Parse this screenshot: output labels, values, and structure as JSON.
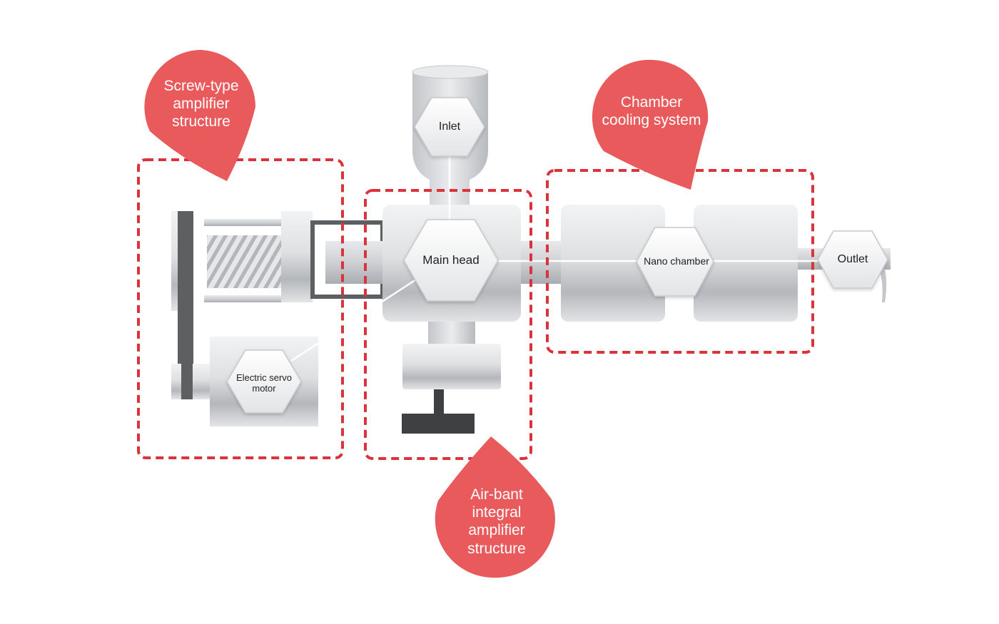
{
  "diagram": {
    "callouts": {
      "screw": "Screw-type\namplifier\nstructure",
      "chamber_cooling": "Chamber\ncooling system",
      "air_bant": "Air-bant\nintegral\namplifier\nstructure"
    },
    "nodes": {
      "inlet": "Inlet",
      "main_head": "Main head",
      "electric_servo_motor": "Electric servo\nmotor",
      "nano_chamber": "Nano chamber",
      "outlet": "Outlet"
    },
    "colors": {
      "callout": "#e85a5c",
      "dashed_box": "#d9333b",
      "metal_light": "#e4e5e7",
      "metal_mid": "#b9bcc0",
      "metal_dark": "#5e5f61",
      "hex_fill": "#f1f1f2"
    }
  }
}
